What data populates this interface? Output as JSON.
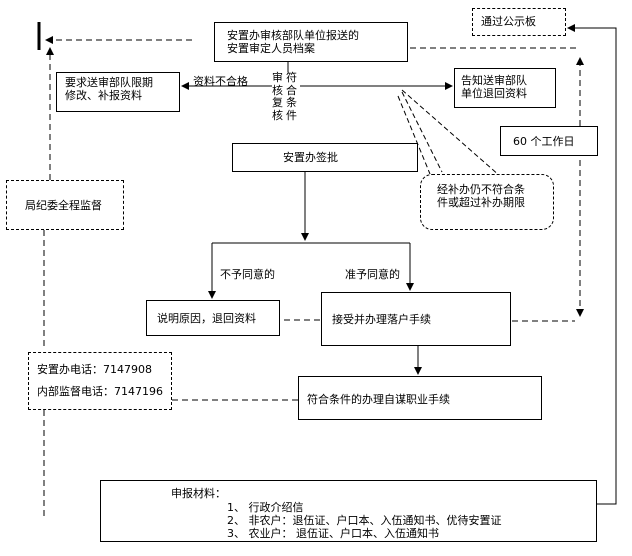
{
  "nodes": {
    "review_archive": [
      "安置办审核部队单位报送的",
      "安置审定人员档案"
    ],
    "public_board": "通过公示板",
    "require_supplement": [
      "要求送审部队限期",
      "修改、补报资料"
    ],
    "notify_return": [
      "告知送审部队",
      "单位退回资料"
    ],
    "sixty_days": "60 个工作日",
    "approval": "安置办签批",
    "discipline": "局纪委全程监督",
    "overdue": [
      "经补办仍不符合条",
      "件或超过补办期限"
    ],
    "explain_return": "说明原因，退回资料",
    "settle": "接受并办理落户手续",
    "contacts": [
      "安置办电话：7147908",
      "内部监督电话：7147196"
    ],
    "self_employ": "符合条件的办理自谋职业手续",
    "materials": {
      "title": "申报材料：",
      "items": [
        "1、   行政介绍信",
        "2、   非农户：退伍证、户口本、入伍通知书、优待安置证",
        "3、   农业户：     退伍证、户口本、入伍通知书"
      ]
    }
  },
  "labels": {
    "unqualified": "资料不合格",
    "qualified_check": [
      "审",
      "符",
      "核",
      "合",
      "复",
      "条",
      "核",
      "件"
    ],
    "disagree": "不予同意的",
    "agree": "准予同意的"
  }
}
